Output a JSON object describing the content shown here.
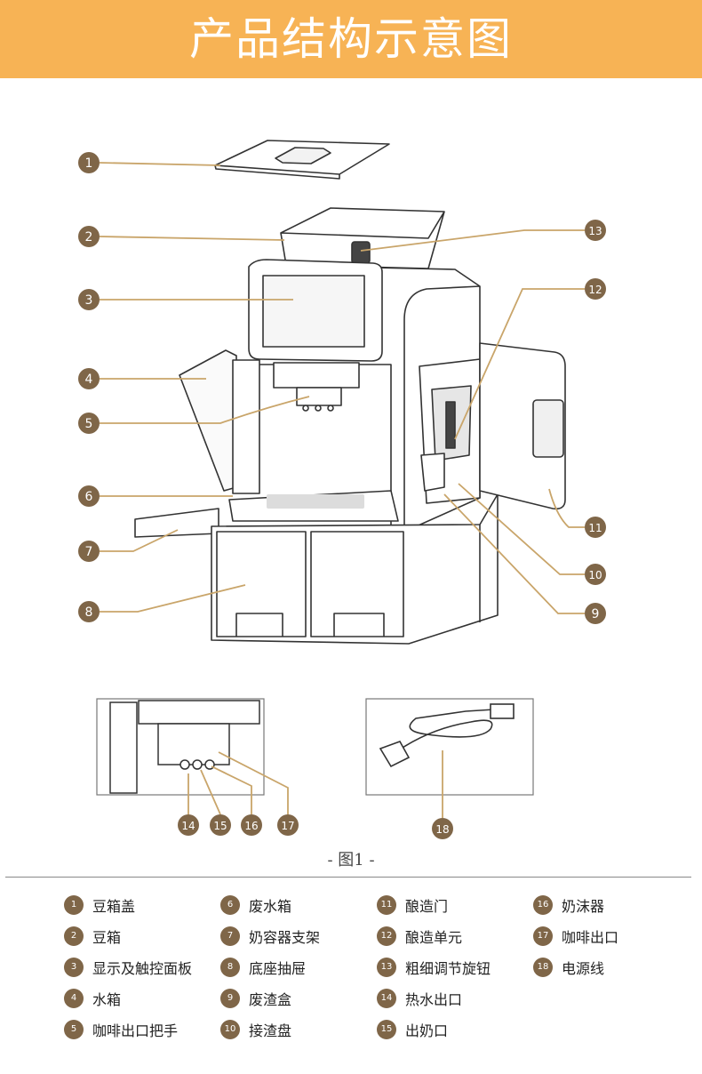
{
  "title": "产品结构示意图",
  "figure_caption": "- 图1 -",
  "colors": {
    "banner": "#f7b355",
    "badge": "#7f6648",
    "callout_line": "#c9a56a",
    "outline": "#333333"
  },
  "callouts": [
    "1",
    "2",
    "3",
    "4",
    "5",
    "6",
    "7",
    "8",
    "9",
    "10",
    "11",
    "12",
    "13",
    "14",
    "15",
    "16",
    "17",
    "18"
  ],
  "legend": {
    "col1": [
      {
        "num": "1",
        "label": "豆箱盖"
      },
      {
        "num": "2",
        "label": "豆箱"
      },
      {
        "num": "3",
        "label": "显示及触控面板"
      },
      {
        "num": "4",
        "label": "水箱"
      },
      {
        "num": "5",
        "label": "咖啡出口把手"
      }
    ],
    "col2": [
      {
        "num": "6",
        "label": "废水箱"
      },
      {
        "num": "7",
        "label": "奶容器支架"
      },
      {
        "num": "8",
        "label": "底座抽屉"
      },
      {
        "num": "9",
        "label": "废渣盒"
      },
      {
        "num": "10",
        "label": "接渣盘"
      }
    ],
    "col3": [
      {
        "num": "11",
        "label": "酿造门"
      },
      {
        "num": "12",
        "label": "酿造单元"
      },
      {
        "num": "13",
        "label": "粗细调节旋钮"
      },
      {
        "num": "14",
        "label": "热水出口"
      },
      {
        "num": "15",
        "label": "出奶口"
      }
    ],
    "col4": [
      {
        "num": "16",
        "label": "奶沫器"
      },
      {
        "num": "17",
        "label": "咖啡出口"
      },
      {
        "num": "18",
        "label": "电源线"
      }
    ]
  }
}
